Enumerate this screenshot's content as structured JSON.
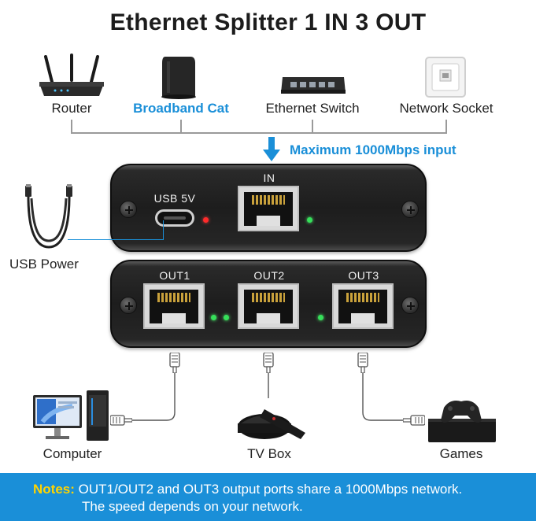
{
  "title": "Ethernet Splitter 1 IN 3 OUT",
  "sources": [
    {
      "label": "Router",
      "icon": "router-icon"
    },
    {
      "label": "Broadband Cat",
      "icon": "broadband-cat-icon"
    },
    {
      "label": "Ethernet Switch",
      "icon": "ethernet-switch-icon"
    },
    {
      "label": "Network Socket",
      "icon": "network-socket-icon"
    }
  ],
  "input_note": "Maximum 1000Mbps input",
  "top_box": {
    "usb_label": "USB 5V",
    "in_label": "IN"
  },
  "usb_power_label": "USB Power",
  "bottom_box": {
    "ports": [
      "OUT1",
      "OUT2",
      "OUT3"
    ]
  },
  "devices": [
    {
      "label": "Computer",
      "icon": "computer-icon"
    },
    {
      "label": "TV Box",
      "icon": "tv-box-icon"
    },
    {
      "label": "Games",
      "icon": "game-console-icon"
    }
  ],
  "notes": {
    "key": "Notes:",
    "line1": "OUT1/OUT2 and OUT3 output ports share a 1000Mbps network.",
    "line2": "The speed depends on your network."
  },
  "colors": {
    "accent": "#1a8fd8",
    "notes_bg": "#1a8fd8",
    "notes_key": "#ffd400",
    "led_red": "#ff2a2a",
    "led_green": "#36e05a"
  }
}
